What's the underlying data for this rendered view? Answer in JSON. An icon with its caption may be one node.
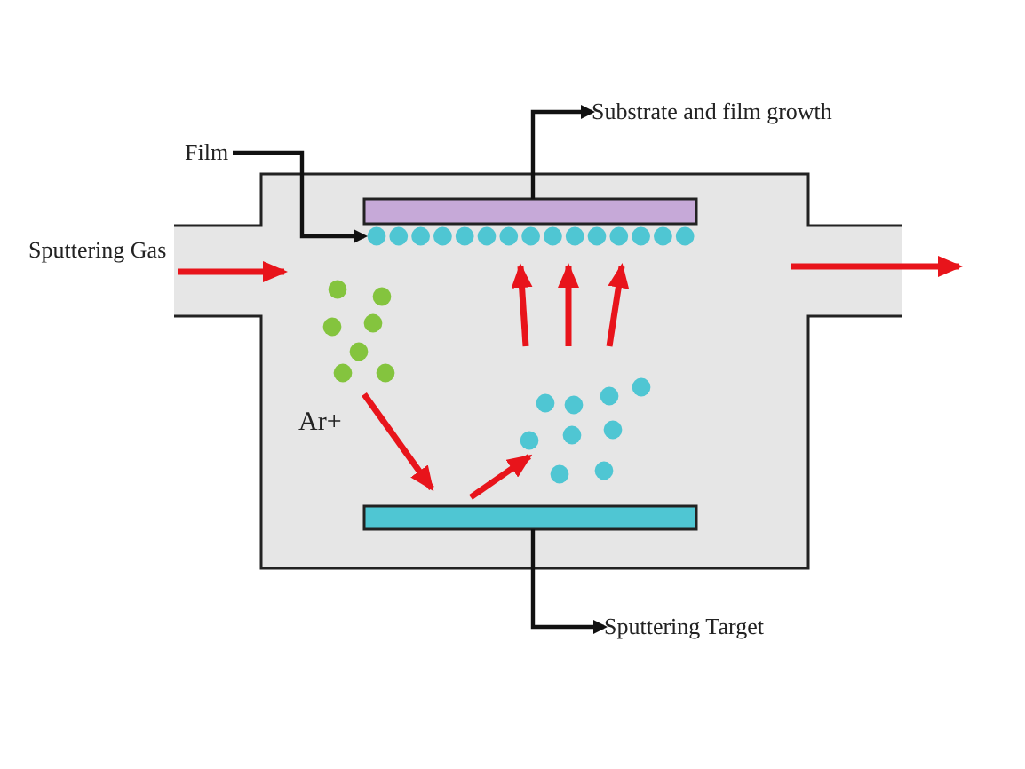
{
  "diagram": {
    "nodes": [
      {
        "text": [
          "Substrate and film growth"
        ]
      },
      {
        "text": [
          "Film"
        ]
      },
      {
        "text": [],
        "shape": "bar"
      },
      {
        "text": [],
        "shape": "bar"
      },
      {
        "text": [
          "Sputtering Gas"
        ]
      },
      {
        "text": [],
        "shape": "bar"
      },
      {
        "text": [
          "Sputtering Target"
        ]
      }
    ],
    "edges": [
      {
        "from": 2,
        "to": 0,
        "arrow": "to"
      },
      {
        "from": 1,
        "to": 3,
        "arrow": "to"
      },
      {
        "from": 4,
        "to": null,
        "arrow": "to",
        "color": "#e8141b"
      },
      {
        "from": 5,
        "to": 6,
        "arrow": "to"
      }
    ],
    "labels": [
      "Ar+"
    ]
  }
}
